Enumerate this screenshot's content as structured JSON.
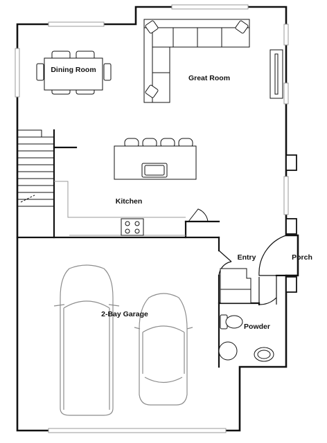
{
  "rooms": {
    "dining_room": "Dining Room",
    "great_room": "Great Room",
    "kitchen": "Kitchen",
    "entry": "Entry",
    "porch": "Porch",
    "garage": "2-Bay Garage",
    "powder": "Powder"
  },
  "colors": {
    "wall": "#111111",
    "fixture": "#8c8c8c",
    "thin": "#b0b0b0",
    "background": "#ffffff"
  }
}
